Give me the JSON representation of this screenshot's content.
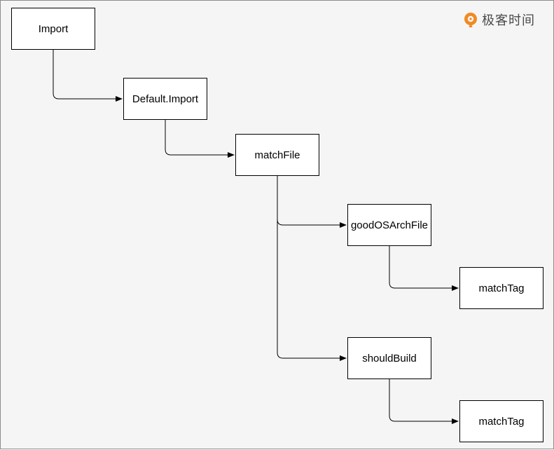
{
  "logo": {
    "text": "极客时间",
    "icon": "geektime-logo-icon",
    "accent": "#f08a24"
  },
  "nodes": {
    "import": "Import",
    "default_import": "Default.Import",
    "match_file": "matchFile",
    "good_os_arch_file": "goodOSArchFile",
    "match_tag_1": "matchTag",
    "should_build": "shouldBuild",
    "match_tag_2": "matchTag"
  },
  "colors": {
    "background": "#f5f5f5",
    "node_fill": "#ffffff",
    "stroke": "#000000"
  }
}
